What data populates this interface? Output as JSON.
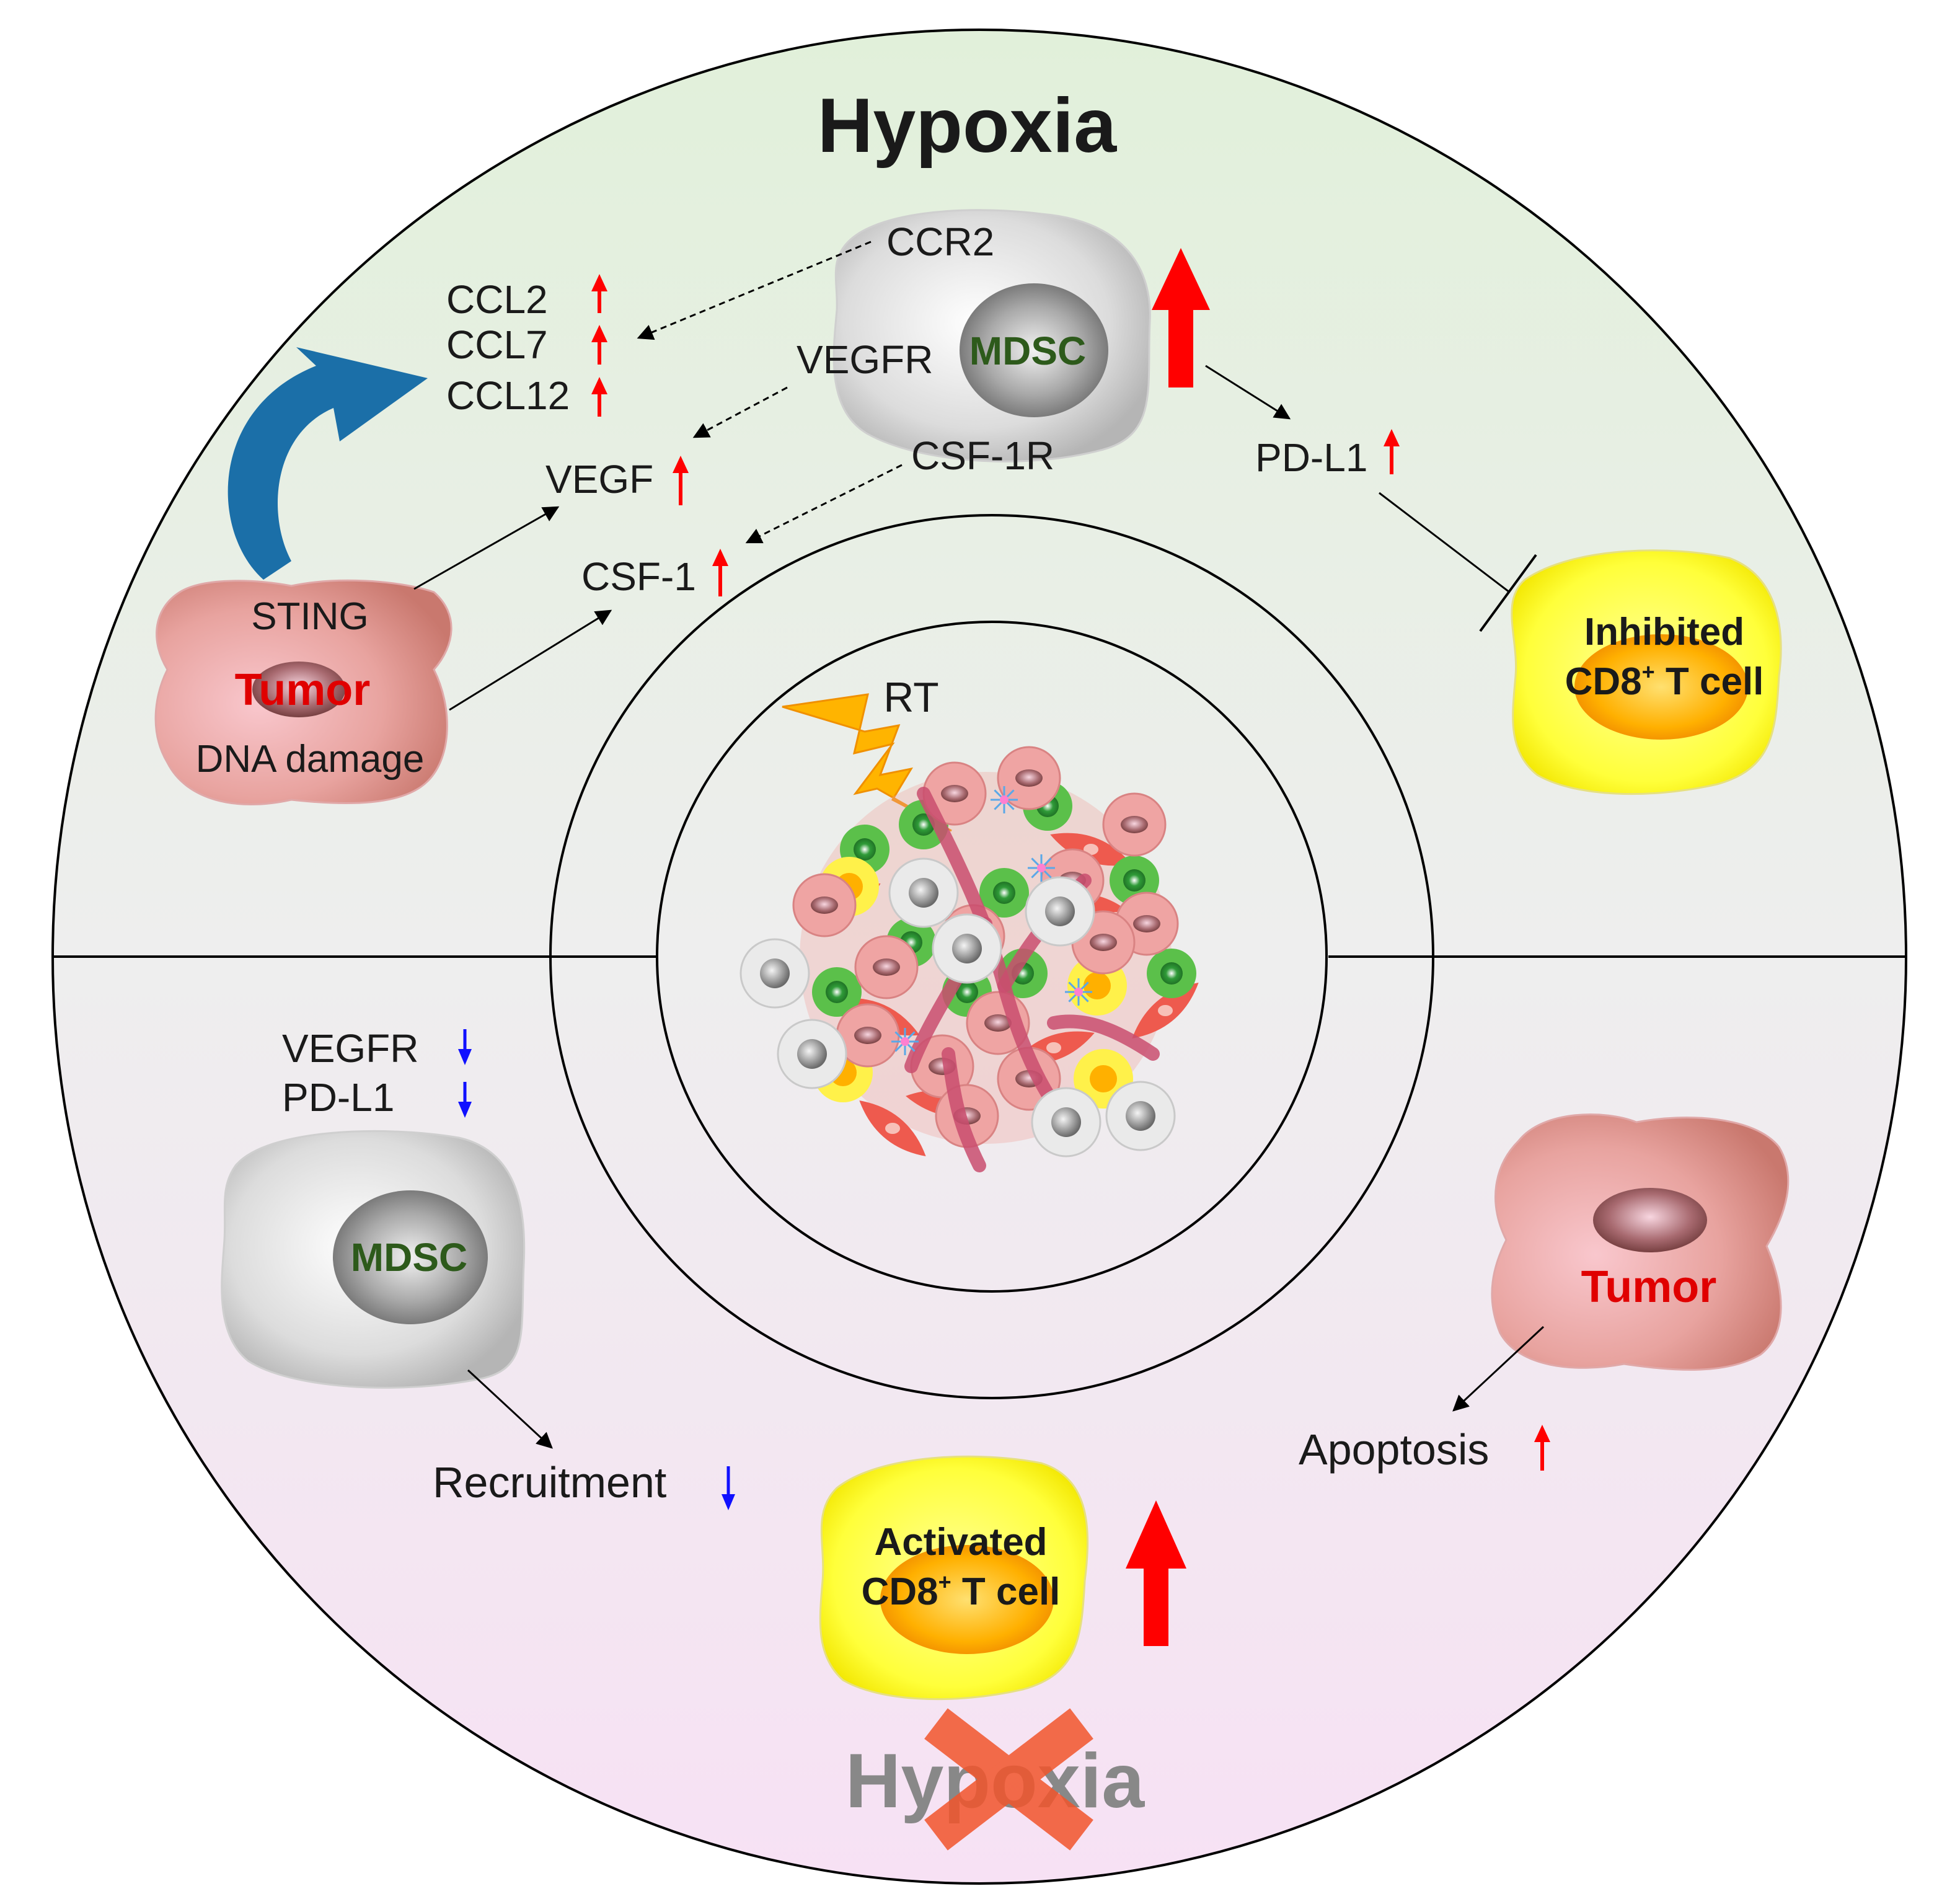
{
  "top": {
    "title": "Hypoxia"
  },
  "bottom": {
    "title": "Hypoxia"
  },
  "center": {
    "label": "RT"
  },
  "mdsc_top": {
    "label": "MDSC",
    "receptors": {
      "ccr2": "CCR2",
      "vegfr": "VEGFR",
      "csf1r": "CSF-1R"
    }
  },
  "chemokines": {
    "ccl2": "CCL2",
    "ccl7": "CCL7",
    "ccl12": "CCL12"
  },
  "factors": {
    "vegf": "VEGF",
    "csf1": "CSF-1",
    "pdl1": "PD-L1"
  },
  "tumor_top": {
    "label": "Tumor",
    "sting": "STING",
    "dna": "DNA damage"
  },
  "tcell_top": {
    "line1": "Inhibited",
    "line2_main": "CD8",
    "line2_sup": "+",
    "line2_tail": " T cell"
  },
  "mdsc_bottom": {
    "label": "MDSC",
    "vegfr": "VEGFR",
    "pdl1": "PD-L1",
    "recruitment": "Recruitment"
  },
  "tumor_bottom": {
    "label": "Tumor",
    "apoptosis": "Apoptosis"
  },
  "tcell_bottom": {
    "line1": "Activated",
    "line2_main": "CD8",
    "line2_sup": "+",
    "line2_tail": " T cell"
  },
  "colors": {
    "up_arrow": "#ff0000",
    "down_arrow": "#1010ff",
    "top_bg": "#e3f0dd",
    "bottom_bg": "#f5e3f3",
    "tumor_label": "#e00000",
    "mdsc_label": "#2d5a1b"
  }
}
